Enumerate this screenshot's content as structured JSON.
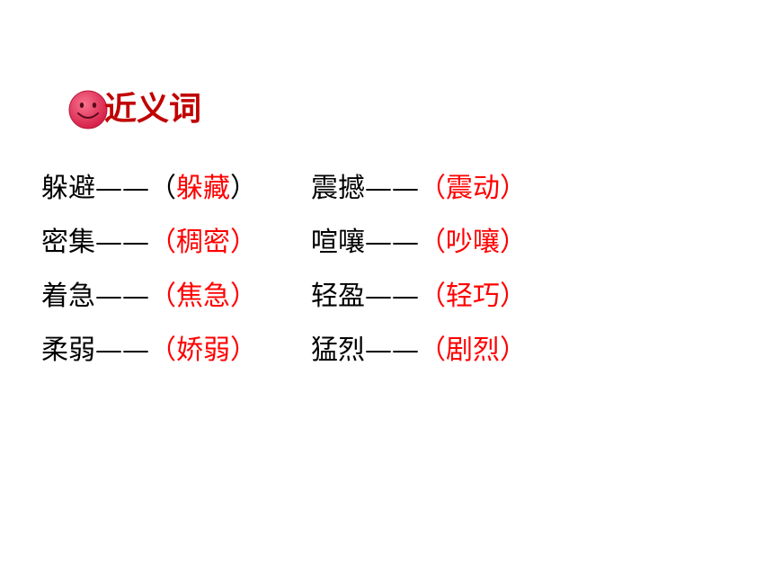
{
  "title": "近义词",
  "dash": "——",
  "open_paren": "（",
  "close_paren": "）",
  "colors": {
    "title": "#c00000",
    "answer": "#ff0000",
    "text": "#000000",
    "smiley_fill": "#e8345a"
  },
  "icon": "smiley-face-icon",
  "pairs": [
    {
      "word": "躲避",
      "answer": "躲藏",
      "open_paren_red": false
    },
    {
      "word": "震撼",
      "answer": "震动",
      "open_paren_red": true
    },
    {
      "word": "密集",
      "answer": "稠密",
      "open_paren_red": true
    },
    {
      "word": "喧嚷",
      "answer": "吵嚷",
      "open_paren_red": true
    },
    {
      "word": "着急",
      "answer": "焦急",
      "open_paren_red": true
    },
    {
      "word": "轻盈",
      "answer": "轻巧",
      "open_paren_red": true
    },
    {
      "word": "柔弱",
      "answer": "娇弱",
      "open_paren_red": true
    },
    {
      "word": "猛烈",
      "answer": "剧烈",
      "open_paren_red": true
    }
  ]
}
